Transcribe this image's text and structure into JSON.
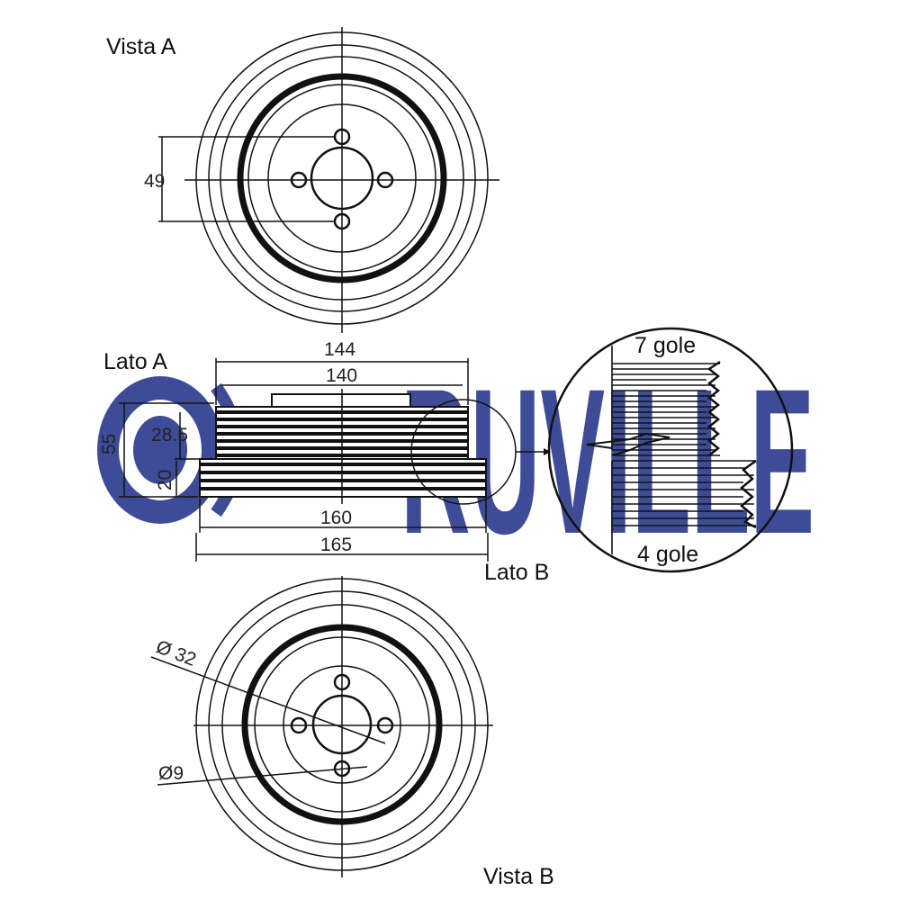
{
  "watermark": {
    "brand": "RUVILLE",
    "color": "#2e3d8f"
  },
  "views": {
    "view_a": "Vista A",
    "view_b": "Vista B",
    "side_a": "Lato A",
    "side_b": "Lato B"
  },
  "dimensions": {
    "bolt_spacing": "49",
    "width_144": "144",
    "width_140": "140",
    "height_55": "55",
    "height_28_5": "28.5",
    "height_20": "20",
    "width_160": "160",
    "width_165": "165",
    "diameter_32": "Ø 32",
    "diameter_9": "Ø9"
  },
  "detail": {
    "grooves_top": "7 gole",
    "grooves_bottom": "4 gole"
  },
  "colors": {
    "line": "#111111",
    "dimension_text": "#222222",
    "watermark": "#2e3d8f"
  }
}
